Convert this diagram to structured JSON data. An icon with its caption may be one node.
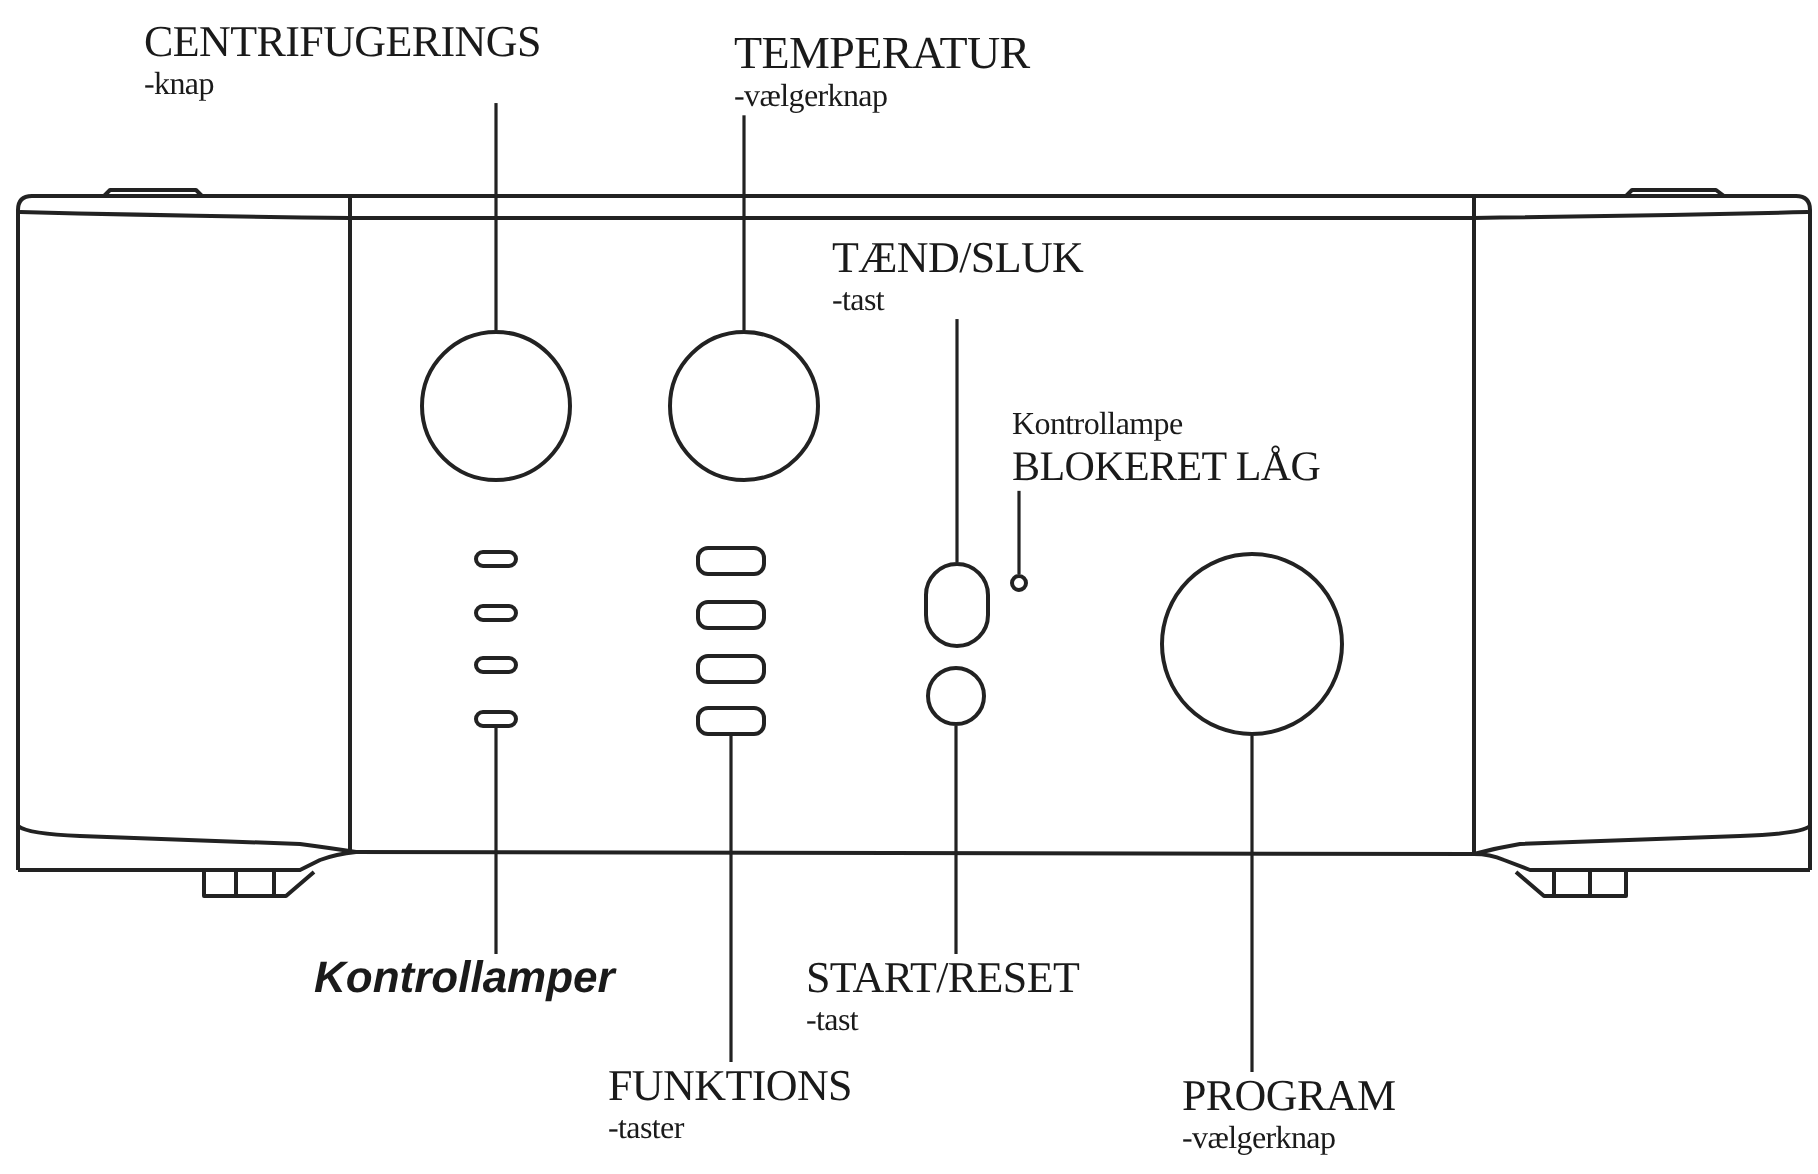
{
  "diagram": {
    "nodes": [
      {
        "text": [
          "CENTRIFUGERINGS",
          "-knap"
        ]
      },
      {
        "text": [
          "TEMPERATUR",
          "-vælgerknap"
        ]
      },
      {
        "text": [
          "TÆND/SLUK",
          "-tast"
        ]
      },
      {
        "text": [],
        "shape": "circle"
      },
      {
        "text": [],
        "shape": "circle"
      },
      {
        "text": [
          "Kontrollampe",
          "BLOKERET LÅG"
        ]
      },
      {
        "text": [],
        "shape": "circle"
      },
      {
        "text": [],
        "shape": "oval"
      },
      {
        "text": [],
        "shape": "circle"
      },
      {
        "text": [],
        "shape": "circle"
      },
      {
        "text": [],
        "shape": "oval"
      },
      {
        "text": [],
        "shape": "box"
      },
      {
        "text": [
          "Kontrollamper"
        ]
      },
      {
        "text": [
          "START/RESET",
          "-tast"
        ]
      },
      {
        "text": [
          "FUNKTIONS",
          "-taster"
        ]
      },
      {
        "text": [
          "PROGRAM",
          "-vælgerknap"
        ]
      }
    ],
    "edges": [
      {
        "from": 0,
        "to": 3,
        "arrow": "none"
      },
      {
        "from": 1,
        "to": 4,
        "arrow": "none"
      },
      {
        "from": 2,
        "to": 7,
        "arrow": "none"
      },
      {
        "from": 5,
        "to": 6,
        "arrow": "none"
      },
      {
        "from": 12,
        "to": 10,
        "arrow": "none"
      },
      {
        "from": 13,
        "to": 9,
        "arrow": "none"
      },
      {
        "from": 14,
        "to": 11,
        "arrow": "none"
      },
      {
        "from": 15,
        "to": 8,
        "arrow": "none"
      }
    ]
  }
}
